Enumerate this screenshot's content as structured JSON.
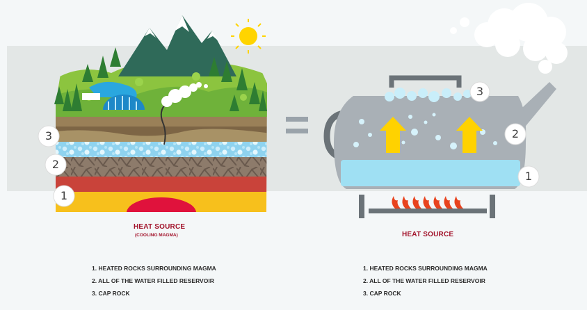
{
  "left_panel": {
    "callouts": [
      "3",
      "2",
      "1"
    ],
    "heat_source_title": "HEAT SOURCE",
    "heat_source_subtitle": "(COOLING MAGMA)",
    "legend": [
      "1. HEATED ROCKS SURROUNDING MAGMA",
      "2. ALL OF THE WATER FILLED RESERVOIR",
      "3. CAP ROCK"
    ]
  },
  "right_panel": {
    "callouts": [
      "3",
      "2",
      "1"
    ],
    "heat_source_title": "HEAT SOURCE",
    "legend": [
      "1. HEATED ROCKS SURROUNDING MAGMA",
      "2. ALL OF THE WATER FILLED RESERVOIR",
      "3. CAP ROCK"
    ]
  },
  "colors": {
    "band": "#e3e7e6",
    "heat_source_text": "#a2122a",
    "magma": "#e0123c",
    "water": "#9fe0f3",
    "kettle": "#a9b0b6",
    "arrow": "#ffd200"
  },
  "icons": [
    "mountain-icon",
    "sun-icon",
    "tree-icon",
    "kettle-icon",
    "flame-icon",
    "steam-cloud-icon",
    "equals-icon",
    "arrow-up-icon"
  ]
}
